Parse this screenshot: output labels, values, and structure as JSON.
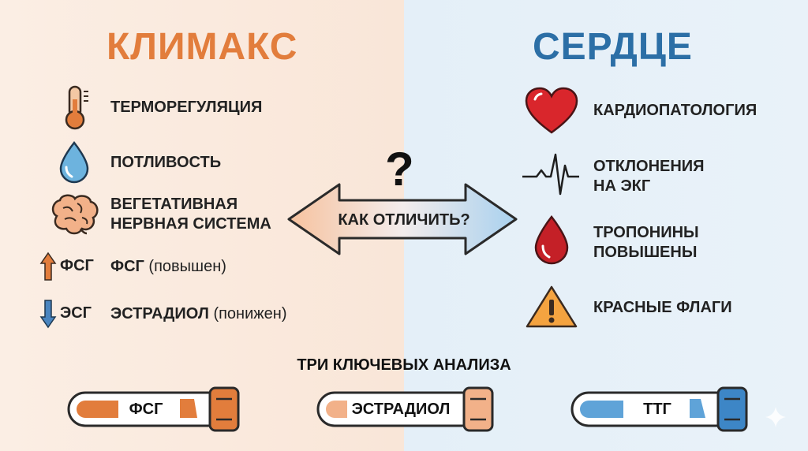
{
  "left": {
    "title": "КЛИМАКС",
    "items": [
      {
        "icon": "thermometer-icon",
        "text": "ТЕРМОРЕГУЛЯЦИЯ"
      },
      {
        "icon": "water-drop-icon",
        "text": "ПОТЛИВОСТЬ"
      },
      {
        "icon": "brain-icon",
        "line1": "ВЕГЕТАТИВНАЯ",
        "line2": "НЕРВНАЯ СИСТЕМА"
      },
      {
        "icon": "arrow-up-icon",
        "hormone": "ФСГ",
        "text": "ФСГ",
        "paren": "(повышен)"
      },
      {
        "icon": "arrow-down-icon",
        "hormone": "ЭСГ",
        "text": "ЭСТРАДИОЛ",
        "paren": "(понижен)"
      }
    ]
  },
  "right": {
    "title": "СЕРДЦЕ",
    "items": [
      {
        "icon": "heart-icon",
        "text": "КАРДИОПАТОЛОГИЯ"
      },
      {
        "icon": "ecg-icon",
        "line1": "ОТКЛОНЕНИЯ",
        "line2": "НА ЭКГ"
      },
      {
        "icon": "blood-drop-icon",
        "line1": "ТРОПОНИНЫ",
        "line2": "ПОВЫШЕНЫ"
      },
      {
        "icon": "warning-icon",
        "text": "КРАСНЫЕ ФЛАГИ"
      }
    ]
  },
  "center": {
    "question": "?",
    "arrow_label": "КАК ОТЛИЧИТЬ?"
  },
  "analyses": {
    "title": "ТРИ КЛЮЧЕВЫХ АНАЛИЗА",
    "tubes": [
      {
        "label": "ФСГ",
        "color": "#e27d3c"
      },
      {
        "label": "ЭСТРАДИОЛ",
        "color": "#f2b189"
      },
      {
        "label": "ТТГ",
        "color": "#3d86c6"
      }
    ]
  },
  "colors": {
    "accent_left": "#e27d3c",
    "accent_right": "#2c6fa6",
    "heart": "#d9262c",
    "warning": "#f4a340"
  }
}
